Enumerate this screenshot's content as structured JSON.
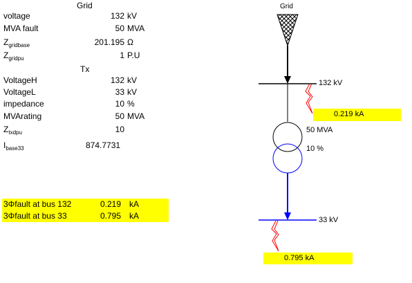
{
  "table": {
    "grid_heading": "Grid",
    "grid_rows": [
      {
        "label": "voltage",
        "value": "132",
        "unit": "kV"
      },
      {
        "label": "MVA fault",
        "value": "50",
        "unit": "MVA"
      },
      {
        "label_main": "Z",
        "label_sub": "gridbase",
        "value": "201.195",
        "unit": "Ω"
      },
      {
        "label_main": "Z",
        "label_sub": "gridpu",
        "value": "1",
        "unit": "P.U"
      }
    ],
    "tx_heading": "Tx",
    "tx_rows": [
      {
        "label": "VoltageH",
        "value": "132",
        "unit": "kV"
      },
      {
        "label": "VoltageL",
        "value": "33",
        "unit": "kV"
      },
      {
        "label": "impedance",
        "value": "10",
        "unit": "%"
      },
      {
        "label": "MVArating",
        "value": "50",
        "unit": "MVA"
      },
      {
        "label_main": "Z",
        "label_sub": "txdpu",
        "value": "10",
        "unit": ""
      },
      {
        "label_main": "I",
        "label_sub": "base33",
        "value": "874.7731",
        "unit": ""
      }
    ]
  },
  "results": [
    {
      "label": "3Φfault at bus 132",
      "value": "0.219",
      "unit": "kA"
    },
    {
      "label": "3Φfault at bus 33",
      "value": "0.795",
      "unit": "kA"
    }
  ],
  "diagram": {
    "grid_label": "Grid",
    "bus_hv_label": "132  kV",
    "bus_lv_label": "33  kV",
    "fault_hv_current": "0.219  kA",
    "fault_lv_current": "0.795  kA",
    "tx_rating": "50 MVA",
    "tx_impedance": "10 %",
    "colors": {
      "highlight": "#ffff00",
      "hv": "#000000",
      "lv": "#0000ff",
      "fault": "#ff0000"
    }
  }
}
